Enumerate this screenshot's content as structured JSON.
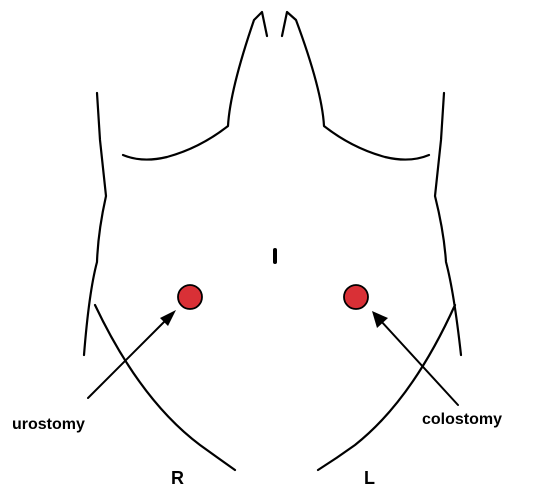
{
  "diagram": {
    "labels": {
      "urostomy": "urostomy",
      "colostomy": "colostomy",
      "right_side": "R",
      "left_side": "L"
    },
    "colors": {
      "stoma_fill": "#d93036",
      "stoma_stroke": "#000000",
      "outline": "#000000",
      "background": "#ffffff"
    },
    "markers": [
      {
        "name": "urostomy-stoma",
        "label_key": "urostomy"
      },
      {
        "name": "colostomy-stoma",
        "label_key": "colostomy"
      }
    ]
  }
}
